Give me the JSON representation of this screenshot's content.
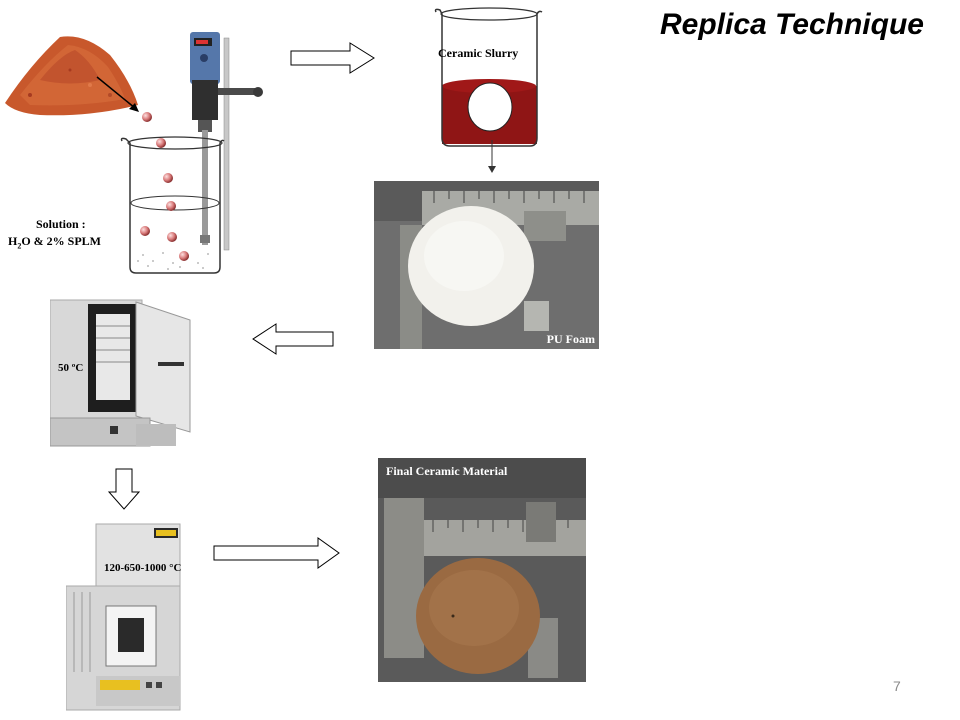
{
  "title": "Replica Technique",
  "page_number": "7",
  "labels": {
    "solution_line1": "Solution :",
    "solution_line2_h": "H",
    "solution_line2_sub": "2",
    "solution_line2_rest": "O & 2% SPLM",
    "ceramic_slurry": "Ceramic Slurry",
    "pu_foam": "PU Foam",
    "oven_temp": "50 ºC",
    "furnace_temp": "120-650-1000 °C",
    "final_material": "Final Ceramic Material"
  },
  "colors": {
    "slurry_red": "#8f1515",
    "powder_orange": "#c8582c",
    "foam_white": "#f2f1ec",
    "ceramic_brown": "#9a6a42"
  }
}
